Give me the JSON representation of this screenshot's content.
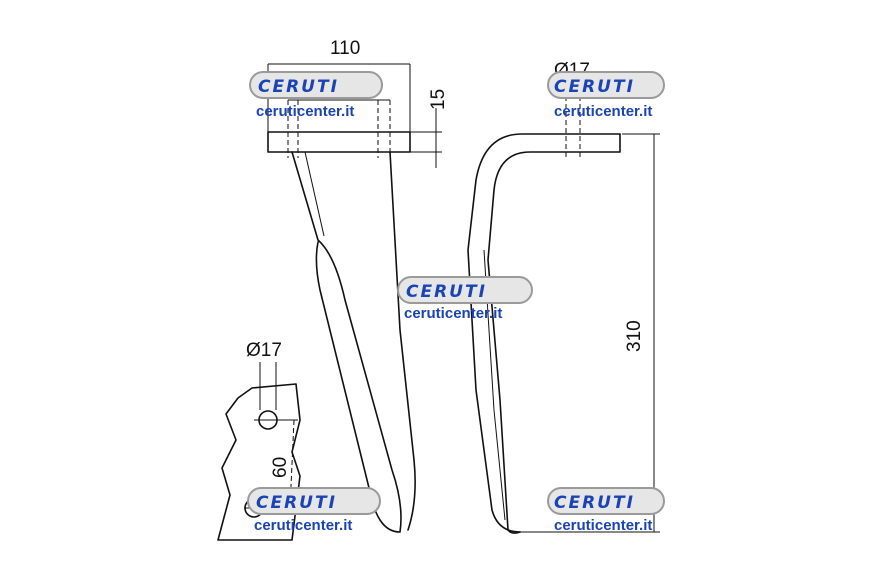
{
  "dimensions": {
    "width_110": "110",
    "height_15": "15",
    "hole_top": "Ø17",
    "hole_left": "Ø17",
    "spacing_60": "60",
    "height_310": "310"
  },
  "watermark": {
    "brand": "CERUTI",
    "site": "ceruticenter.it",
    "color": "#1a43b5"
  }
}
